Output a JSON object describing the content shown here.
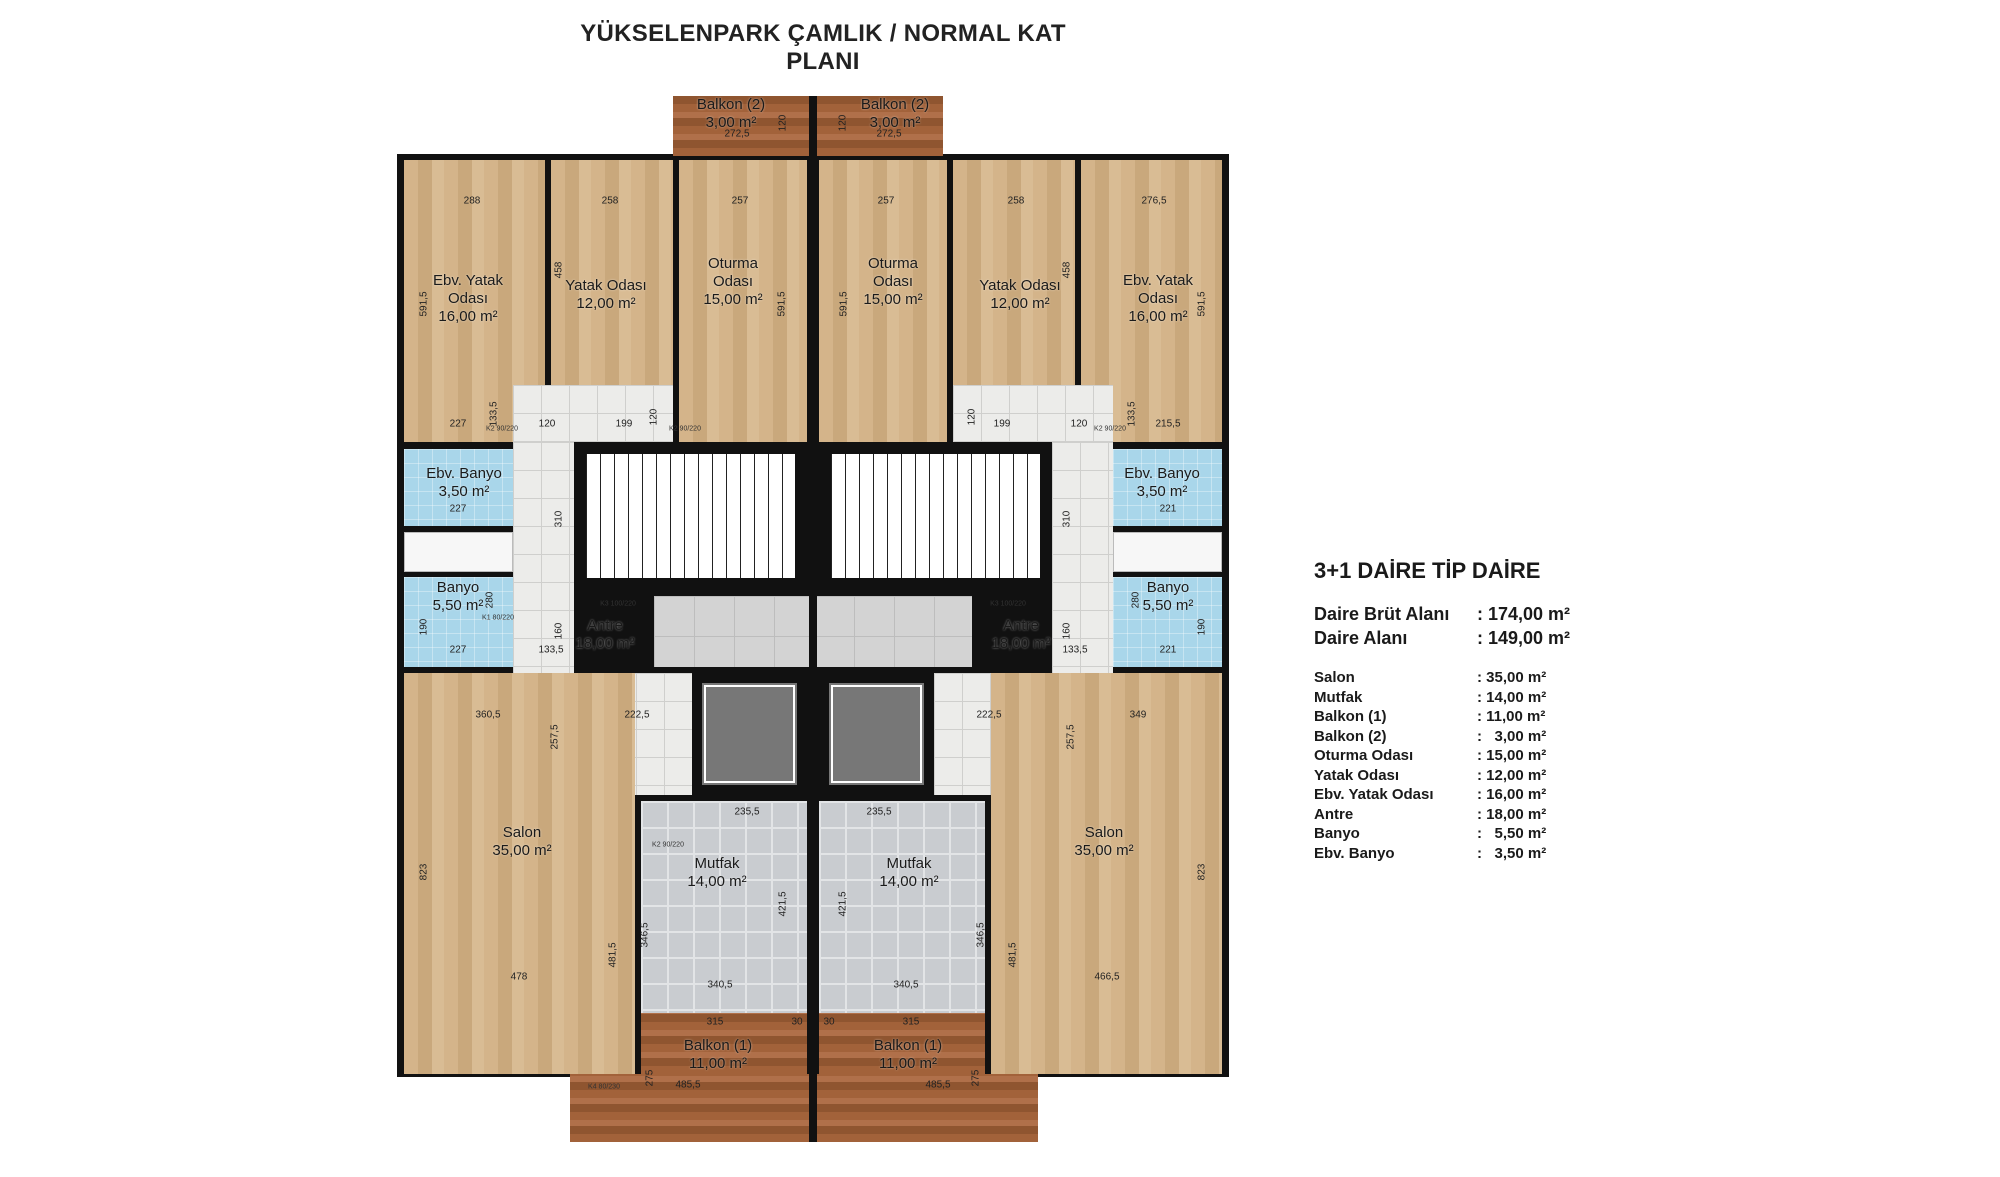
{
  "title": "YÜKSELENPARK ÇAMLIK / NORMAL KAT PLANI",
  "rooms": {
    "ebv_yatak": {
      "name1": "Ebv. Yatak",
      "name2": "Odası",
      "area": "16,00 m²"
    },
    "yatak": {
      "name1": "Yatak Odası",
      "name2": "",
      "area": "12,00 m²"
    },
    "oturma": {
      "name1": "Oturma",
      "name2": "Odası",
      "area": "15,00 m²"
    },
    "ebv_banyo": {
      "name1": "Ebv. Banyo",
      "name2": "",
      "area": "3,50 m²"
    },
    "banyo": {
      "name1": "Banyo",
      "name2": "",
      "area": "5,50 m²"
    },
    "antre": {
      "name1": "Antre",
      "name2": "",
      "area": "18,00 m²"
    },
    "salon": {
      "name1": "Salon",
      "name2": "",
      "area": "35,00 m²"
    },
    "mutfak": {
      "name1": "Mutfak",
      "name2": "",
      "area": "14,00 m²"
    },
    "balkon1": {
      "name1": "Balkon (1)",
      "name2": "",
      "area": "11,00 m²"
    },
    "balkon2": {
      "name1": "Balkon (2)",
      "name2": "",
      "area": "3,00 m²"
    }
  },
  "dimensions": {
    "left": [
      "288",
      "258",
      "257",
      "591,5",
      "458",
      "591,5",
      "227",
      "120",
      "199",
      "120",
      "133,5",
      "227",
      "310",
      "227",
      "133,5",
      "160",
      "190",
      "280",
      "222,5",
      "360,5",
      "257,5",
      "823",
      "478",
      "481,5",
      "235,5",
      "421,5",
      "346,5",
      "340,5",
      "315",
      "30",
      "275",
      "485,5",
      "272,5",
      "120"
    ],
    "right": [
      "276,5",
      "258",
      "257",
      "591,5",
      "458",
      "591,5",
      "215,5",
      "120",
      "199",
      "120",
      "133,5",
      "221",
      "310",
      "221",
      "133,5",
      "160",
      "190",
      "280",
      "222,5",
      "349",
      "257,5",
      "823",
      "466,5",
      "481,5",
      "235,5",
      "421,5",
      "346,5",
      "340,5",
      "315",
      "30",
      "275",
      "485,5",
      "272,5",
      "120"
    ]
  },
  "doors": [
    "K2 90/220",
    "K2 90/220",
    "K2 90/220",
    "K1 80/220",
    "K3 100/220",
    "K3 100/220",
    "K2 90/220",
    "K4 80/230"
  ],
  "legend": {
    "title": "3+1 DAİRE TİP DAİRE",
    "totals": [
      {
        "label": "Daire Brüt Alanı",
        "value": ": 174,00 m²"
      },
      {
        "label": "Daire Alanı",
        "value": ": 149,00 m²"
      }
    ],
    "items": [
      {
        "label": "Salon",
        "value": ": 35,00 m²"
      },
      {
        "label": "Mutfak",
        "value": ": 14,00 m²"
      },
      {
        "label": "Balkon (1)",
        "value": ": 11,00 m²"
      },
      {
        "label": "Balkon (2)",
        "value": ":   3,00 m²"
      },
      {
        "label": "Oturma Odası",
        "value": ": 15,00 m²"
      },
      {
        "label": "Yatak Odası",
        "value": ": 12,00 m²"
      },
      {
        "label": "Ebv. Yatak Odası",
        "value": ": 16,00 m²"
      },
      {
        "label": "Antre",
        "value": ": 18,00 m²"
      },
      {
        "label": "Banyo",
        "value": ":   5,50 m²"
      },
      {
        "label": "Ebv. Banyo",
        "value": ":   3,50 m²"
      }
    ]
  }
}
